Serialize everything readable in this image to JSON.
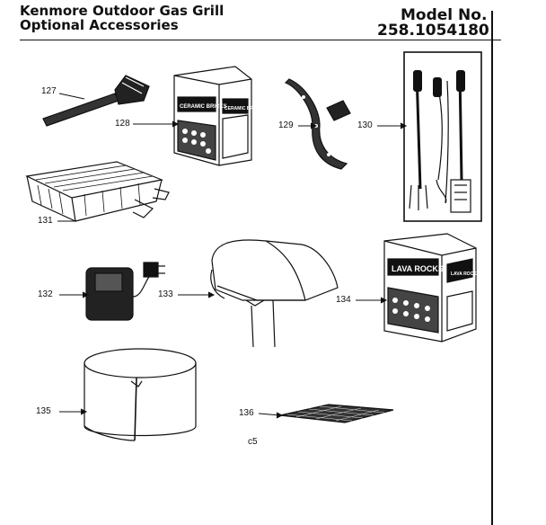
{
  "header": {
    "title_line1": "Kenmore Outdoor Gas Grill",
    "title_line2": "Optional Accessories",
    "model_label": "Model No.",
    "model_number": "258.1054180"
  },
  "callouts": [
    {
      "id": "127",
      "label": "127"
    },
    {
      "id": "128",
      "label": "128"
    },
    {
      "id": "129",
      "label": "129"
    },
    {
      "id": "130",
      "label": "130"
    },
    {
      "id": "131",
      "label": "131"
    },
    {
      "id": "132",
      "label": "132"
    },
    {
      "id": "133",
      "label": "133"
    },
    {
      "id": "134",
      "label": "134"
    },
    {
      "id": "135",
      "label": "135"
    },
    {
      "id": "136",
      "label": "136"
    }
  ],
  "product_text": {
    "ceramic_box_front": "CERAMIC BRICKS",
    "ceramic_box_side": "CERAMIC BRICKS",
    "lava_box_front": "LAVA ROCKS",
    "lava_box_side": "LAVA ROCKS"
  },
  "footer": {
    "page_code": "c5"
  }
}
